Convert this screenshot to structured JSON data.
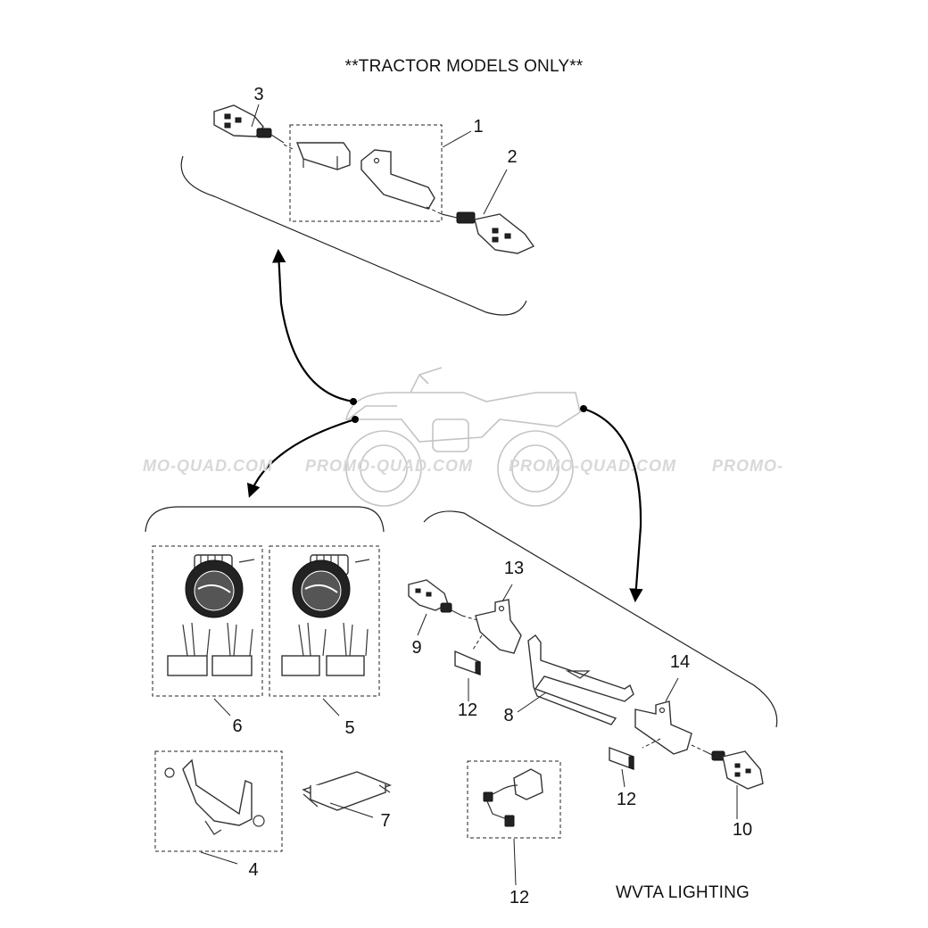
{
  "title": "**TRACTOR MODELS ONLY**",
  "section_label": "WVTA LIGHTING",
  "watermarks": [
    "MO-QUAD.COM",
    "PROMO-QUAD.COM",
    "PROMO-QUAD.COM",
    "PROMO-"
  ],
  "callouts": {
    "c1": "1",
    "c2": "2",
    "c3": "3",
    "c4": "4",
    "c5": "5",
    "c6": "6",
    "c7": "7",
    "c8": "8",
    "c9": "9",
    "c10": "10",
    "c12a": "12",
    "c12b": "12",
    "c12c": "12",
    "c13": "13",
    "c14": "14"
  },
  "colors": {
    "line": "#222222",
    "watermark": "#d8d8d8",
    "quad_outline": "#c4c4c4"
  }
}
